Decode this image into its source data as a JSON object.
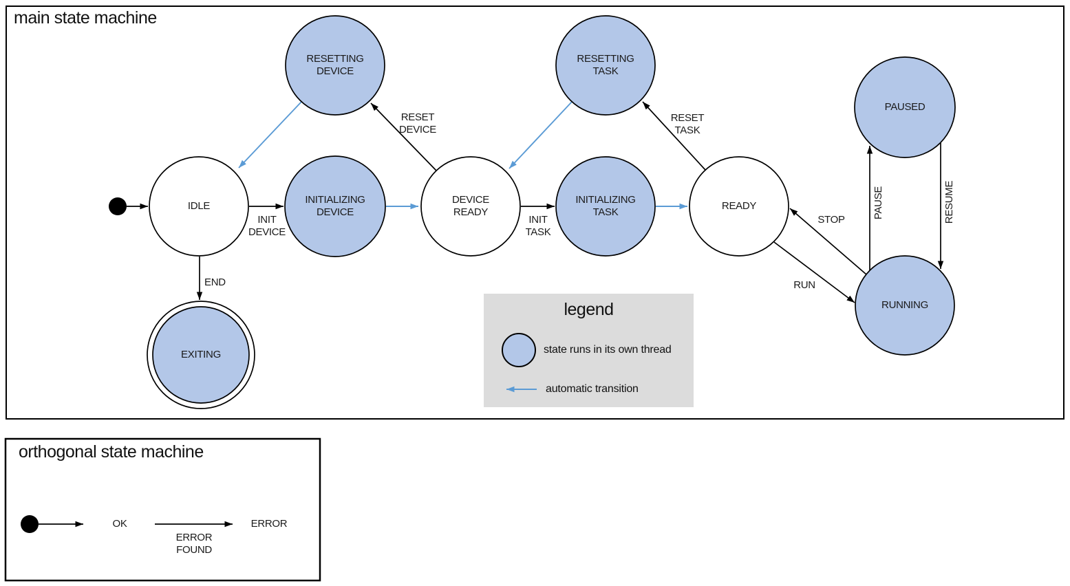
{
  "colors": {
    "threaded_state_fill": "#b3c7e8",
    "automatic_transition": "#5b9bd5",
    "legend_background": "#dcdcdc",
    "outline": "#000000"
  },
  "main_machine": {
    "title": "main state machine",
    "states": {
      "resetting_device": {
        "line1": "RESETTING",
        "line2": "DEVICE"
      },
      "initializing_device": {
        "line1": "INITIALIZING",
        "line2": "DEVICE"
      },
      "device_ready": {
        "line1": "DEVICE",
        "line2": "READY"
      },
      "resetting_task": {
        "line1": "RESETTING",
        "line2": "TASK"
      },
      "initializing_task": {
        "line1": "INITIALIZING",
        "line2": "TASK"
      },
      "idle": {
        "line1": "IDLE"
      },
      "ready": {
        "line1": "READY"
      },
      "paused": {
        "line1": "PAUSED"
      },
      "running": {
        "line1": "RUNNING"
      },
      "exiting": {
        "line1": "EXITING"
      }
    },
    "transitions": {
      "init_device": {
        "line1": "INIT",
        "line2": "DEVICE"
      },
      "reset_device": {
        "line1": "RESET",
        "line2": "DEVICE"
      },
      "init_task": {
        "line1": "INIT",
        "line2": "TASK"
      },
      "reset_task": {
        "line1": "RESET",
        "line2": "TASK"
      },
      "end": {
        "line1": "END"
      },
      "run": {
        "line1": "RUN"
      },
      "stop": {
        "line1": "STOP"
      },
      "pause": {
        "line1": "PAUSE"
      },
      "resume": {
        "line1": "RESUME"
      }
    }
  },
  "legend": {
    "title": "legend",
    "thread_item_label": "state runs in its own thread",
    "auto_item_label": "automatic transition"
  },
  "orthogonal_machine": {
    "title": "orthogonal state machine",
    "states": {
      "ok": {
        "line1": "OK"
      },
      "error": {
        "line1": "ERROR"
      }
    },
    "transitions": {
      "error_found": {
        "line1": "ERROR",
        "line2": "FOUND"
      }
    }
  }
}
